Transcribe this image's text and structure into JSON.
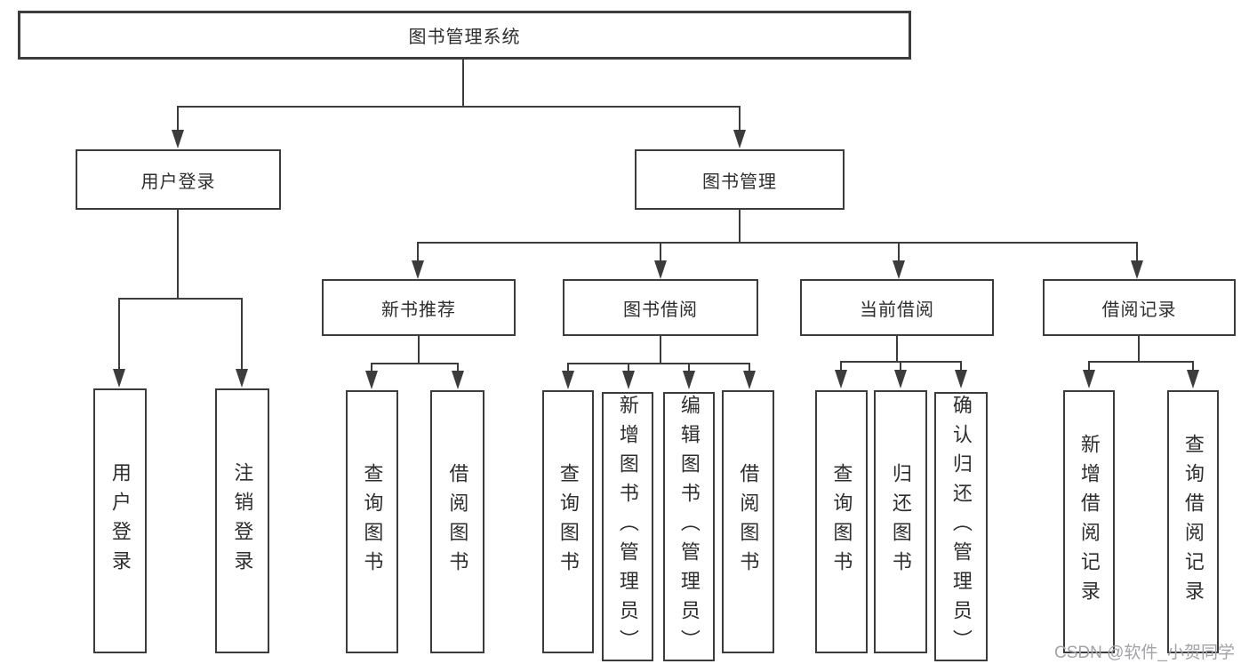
{
  "diagram": {
    "type": "hierarchy-tree",
    "orientation": "top-down",
    "colors": {
      "line": "#3c3c3c",
      "box_border": "#3c3c3c",
      "box_fill": "#ffffff",
      "text": "#2e2e2e",
      "watermark": "#a3a3a7",
      "background": "#ffffff"
    }
  },
  "nodes": {
    "root": {
      "label": "图书管理系统"
    },
    "level2": [
      {
        "label": "用户登录"
      },
      {
        "label": "图书管理"
      }
    ],
    "level3": [
      {
        "parent": "图书管理",
        "label": "新书推荐"
      },
      {
        "parent": "图书管理",
        "label": "图书借阅"
      },
      {
        "parent": "图书管理",
        "label": "当前借阅"
      },
      {
        "parent": "图书管理",
        "label": "借阅记录"
      }
    ],
    "leaves": [
      {
        "parent": "用户登录",
        "label": "用户登录"
      },
      {
        "parent": "用户登录",
        "label": "注销登录"
      },
      {
        "parent": "新书推荐",
        "label": "查询图书"
      },
      {
        "parent": "新书推荐",
        "label": "借阅图书"
      },
      {
        "parent": "图书借阅",
        "label": "查询图书"
      },
      {
        "parent": "图书借阅",
        "label": "新增图书（管理员）"
      },
      {
        "parent": "图书借阅",
        "label": "编辑图书（管理员）"
      },
      {
        "parent": "图书借阅",
        "label": "借阅图书"
      },
      {
        "parent": "当前借阅",
        "label": "查询图书"
      },
      {
        "parent": "当前借阅",
        "label": "归还图书"
      },
      {
        "parent": "当前借阅",
        "label": "确认归还（管理员）"
      },
      {
        "parent": "借阅记录",
        "label": "新增借阅记录"
      },
      {
        "parent": "借阅记录",
        "label": "查询借阅记录"
      }
    ]
  },
  "watermark": {
    "text": "CSDN @软件_小贺同学"
  }
}
